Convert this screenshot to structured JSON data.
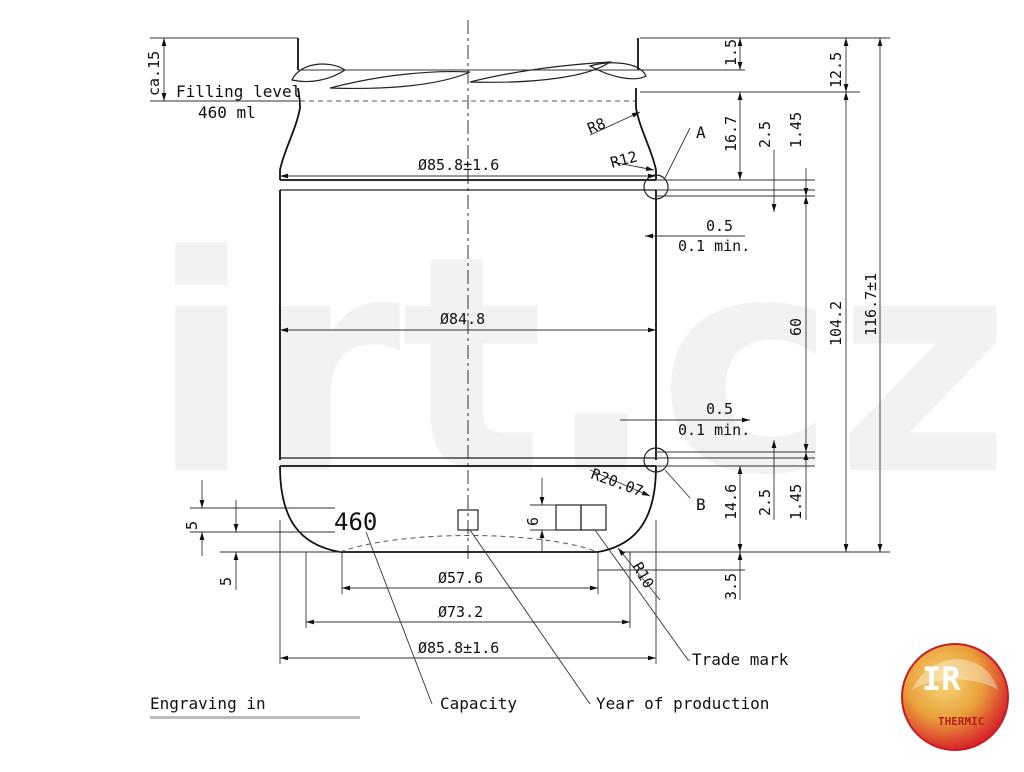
{
  "watermark": "irt.cz",
  "logo": {
    "letters": "IR",
    "word": "THERMIC"
  },
  "colors": {
    "logo_red": "#e0242a",
    "logo_yellow": "#f2c12e",
    "watermark": "#f2f2f2"
  },
  "labels": {
    "filling_level": "Filling level",
    "filling_volume": "460 ml",
    "point_a": "A",
    "point_b": "B",
    "engraving_number": "460",
    "trade_mark": "Trade mark",
    "capacity": "Capacity",
    "year_of_production": "Year of production",
    "engraving_in": "Engraving in"
  },
  "dimensions": {
    "ca15": "ca.15",
    "d1_5": "1.5",
    "d12_5": "12.5",
    "r8": "R8",
    "r12": "R12",
    "d16_7": "16.7",
    "d2_5_top": "2.5",
    "d1_45_top": "1.45",
    "dia_top": "Ø85.8±1.6",
    "d0_5_top": "0.5",
    "d0_1min_top": "0.1 min.",
    "dia_body": "Ø84.8",
    "d60": "60",
    "d104_2": "104.2",
    "d116_7": "116.7±1",
    "d0_5_bot": "0.5",
    "d0_1min_bot": "0.1 min.",
    "r20_07": "R20.07",
    "d2_5_bot": "2.5",
    "d1_45_bot": "1.45",
    "d14_6": "14.6",
    "d6": "6",
    "d5_top": "5",
    "d5_bot": "5",
    "r10": "R10",
    "d3_5": "3.5",
    "dia_57_6": "Ø57.6",
    "dia_73_2": "Ø73.2",
    "dia_bottom": "Ø85.8±1.6"
  }
}
